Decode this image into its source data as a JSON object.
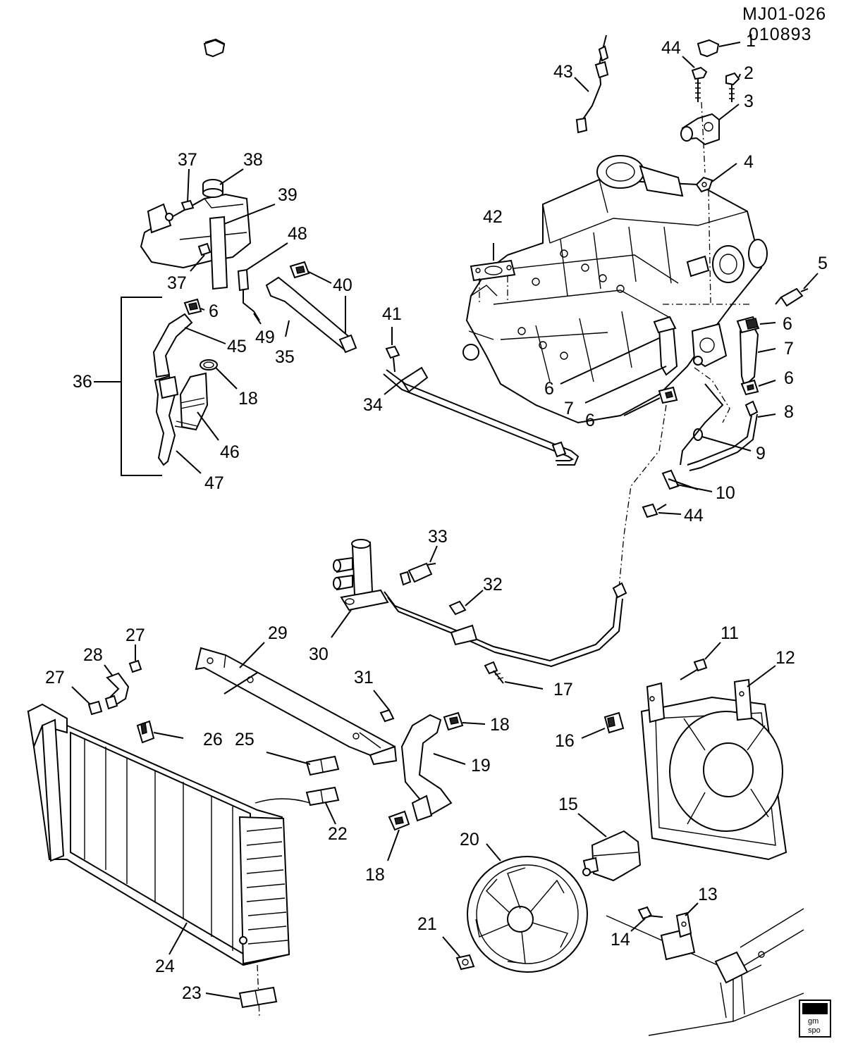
{
  "header": {
    "code": "MJ01-026",
    "date": "010893"
  },
  "callouts": {
    "c1": "1",
    "c2": "2",
    "c3": "3",
    "c4": "4",
    "c5": "5",
    "c6a": "6",
    "c6b": "6",
    "c6c": "6",
    "c6d": "6",
    "c6e": "6",
    "c7a": "7",
    "c7b": "7",
    "c8": "8",
    "c9": "9",
    "c10": "10",
    "c11": "11",
    "c12": "12",
    "c13": "13",
    "c14": "14",
    "c15": "15",
    "c16": "16",
    "c17": "17",
    "c18a": "18",
    "c18b": "18",
    "c18c": "18",
    "c19": "19",
    "c20": "20",
    "c21": "21",
    "c22": "22",
    "c23": "23",
    "c24": "24",
    "c25": "25",
    "c26": "26",
    "c27a": "27",
    "c27b": "27",
    "c28": "28",
    "c29": "29",
    "c30": "30",
    "c31": "31",
    "c32": "32",
    "c33": "33",
    "c34": "34",
    "c35": "35",
    "c36": "36",
    "c37a": "37",
    "c37b": "37",
    "c38": "38",
    "c39": "39",
    "c40": "40",
    "c41": "41",
    "c42": "42",
    "c43": "43",
    "c44a": "44",
    "c44b": "44",
    "c45": "45",
    "c46": "46",
    "c47": "47",
    "c48": "48",
    "c49": "49"
  },
  "logo": {
    "line1": "gm",
    "line2": "spo"
  }
}
